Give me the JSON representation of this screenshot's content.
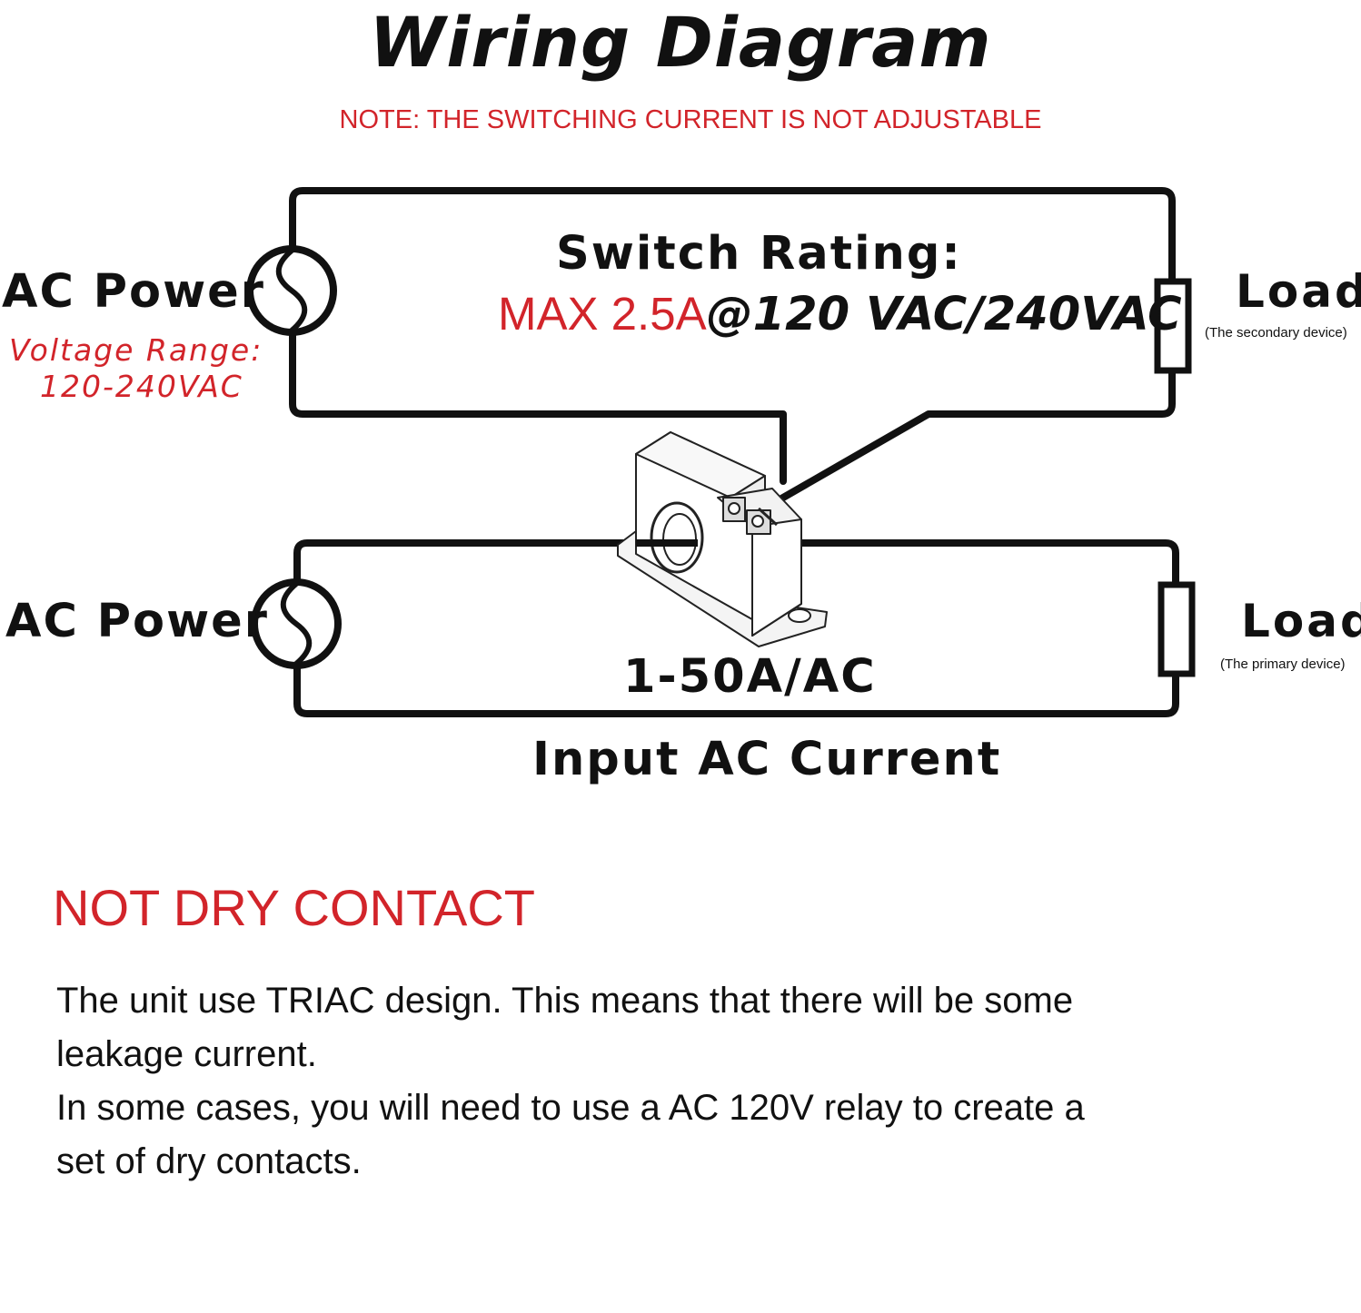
{
  "title": "Wiring Diagram",
  "note": "NOTE: THE SWITCHING CURRENT IS NOT ADJUSTABLE",
  "top_circuit": {
    "source_label": "AC Power",
    "voltage_range_label": "Voltage Range:",
    "voltage_range_value": "120-240VAC",
    "switch_rating_title": "Switch Rating:",
    "switch_rating_max": "MAX 2.5A",
    "switch_rating_voltage": "@120 VAC/240VAC",
    "load_label": "Load",
    "load_sub": "(The secondary device)"
  },
  "bottom_circuit": {
    "source_label": "AC Power",
    "current_range": "1-50A/AC",
    "input_label": "Input AC Current",
    "load_label": "Load",
    "load_sub": "(The primary device)"
  },
  "warning": "NOT DRY CONTACT",
  "paragraphs": {
    "p1_line1": "The unit use TRIAC design. This means that there will be some",
    "p1_line2": "leakage current.",
    "p2_line1": "In some cases, you will need to use a AC 120V relay to create a",
    "p2_line2": "set of dry contacts."
  },
  "colors": {
    "accent_red": "#d2242a",
    "line": "#111111"
  }
}
